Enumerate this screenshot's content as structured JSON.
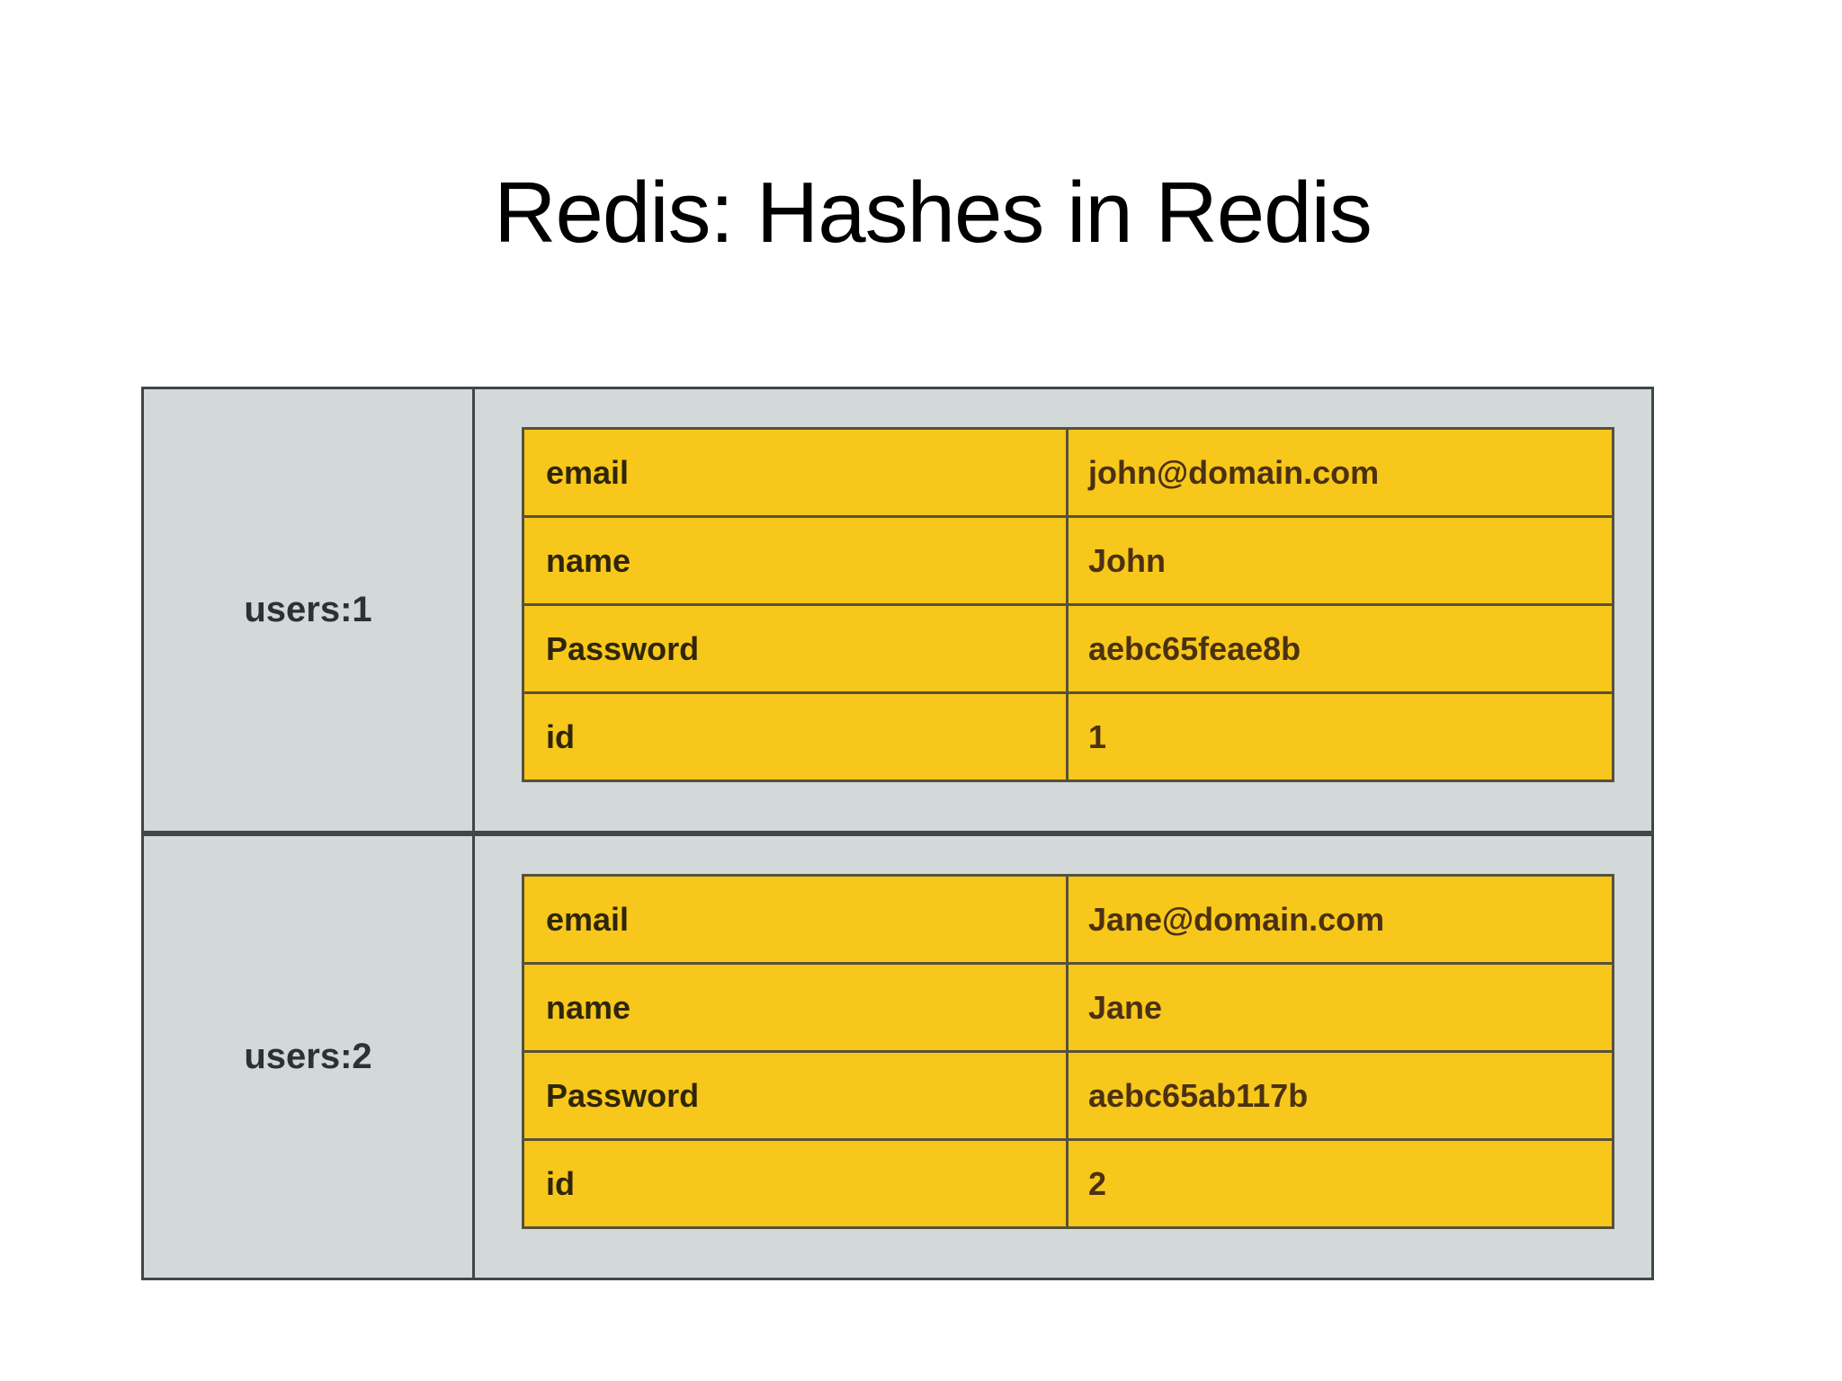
{
  "slide": {
    "title": "Redis: Hashes in Redis"
  },
  "colors": {
    "background": "#ffffff",
    "title_text": "#000000",
    "panel_fill": "#d3d8d8",
    "panel_border": "#40464a",
    "cell_fill": "#f7c71c",
    "cell_border": "#57513a",
    "field_name_text": "#2f2608",
    "field_value_text": "#4b3110",
    "key_label_text": "#2c3134"
  },
  "hashes": [
    {
      "key": "users:1",
      "fields": [
        {
          "name": "email",
          "value": "john@domain.com"
        },
        {
          "name": "name",
          "value": "John"
        },
        {
          "name": "Password",
          "value": "aebc65feae8b"
        },
        {
          "name": "id",
          "value": "1"
        }
      ]
    },
    {
      "key": "users:2",
      "fields": [
        {
          "name": "email",
          "value": "Jane@domain.com"
        },
        {
          "name": "name",
          "value": "Jane"
        },
        {
          "name": "Password",
          "value": "aebc65ab117b"
        },
        {
          "name": "id",
          "value": "2"
        }
      ]
    }
  ]
}
